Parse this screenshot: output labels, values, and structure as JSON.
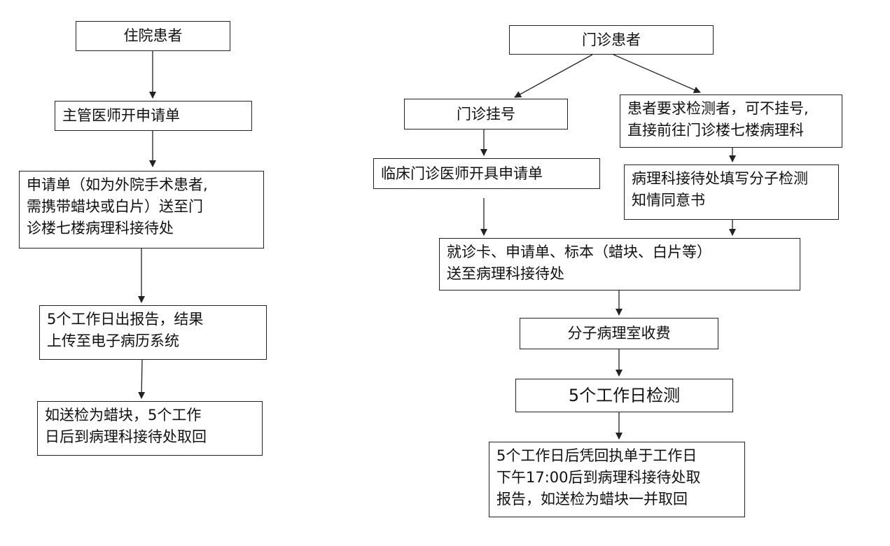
{
  "left_flow": {
    "inpatient": "住院患者",
    "doctor_request": "主管医师开申请单",
    "submit_request": [
      "申请单（如为外院手术患者,",
      "需携带蜡块或白片）送至门",
      "诊楼七楼病理科接待处"
    ],
    "report": [
      "5个工作日出报告，结果",
      "上传至电子病历系统"
    ],
    "retrieve": [
      "如送检为蜡块，5个工作",
      "日后到病理科接待处取回"
    ]
  },
  "right_flow": {
    "outpatient": "门诊患者",
    "register": "门诊挂号",
    "self_request": [
      "患者要求检测者，可不挂号,",
      "直接前往门诊楼七楼病理科"
    ],
    "clinic_doctor": "临床门诊医师开具申请单",
    "consent": [
      "病理科接待处填写分子检测",
      "知情同意书"
    ],
    "submit_materials": [
      "就诊卡、申请单、标本（蜡块、白片等）",
      "送至病理科接待处"
    ],
    "fee": "分子病理室收费",
    "testing": "5个工作日检测",
    "collect_report": [
      "5个工作日后凭回执单于工作日",
      "下午17:00后到病理科接待处取",
      "报告，如送检为蜡块一并取回"
    ]
  }
}
